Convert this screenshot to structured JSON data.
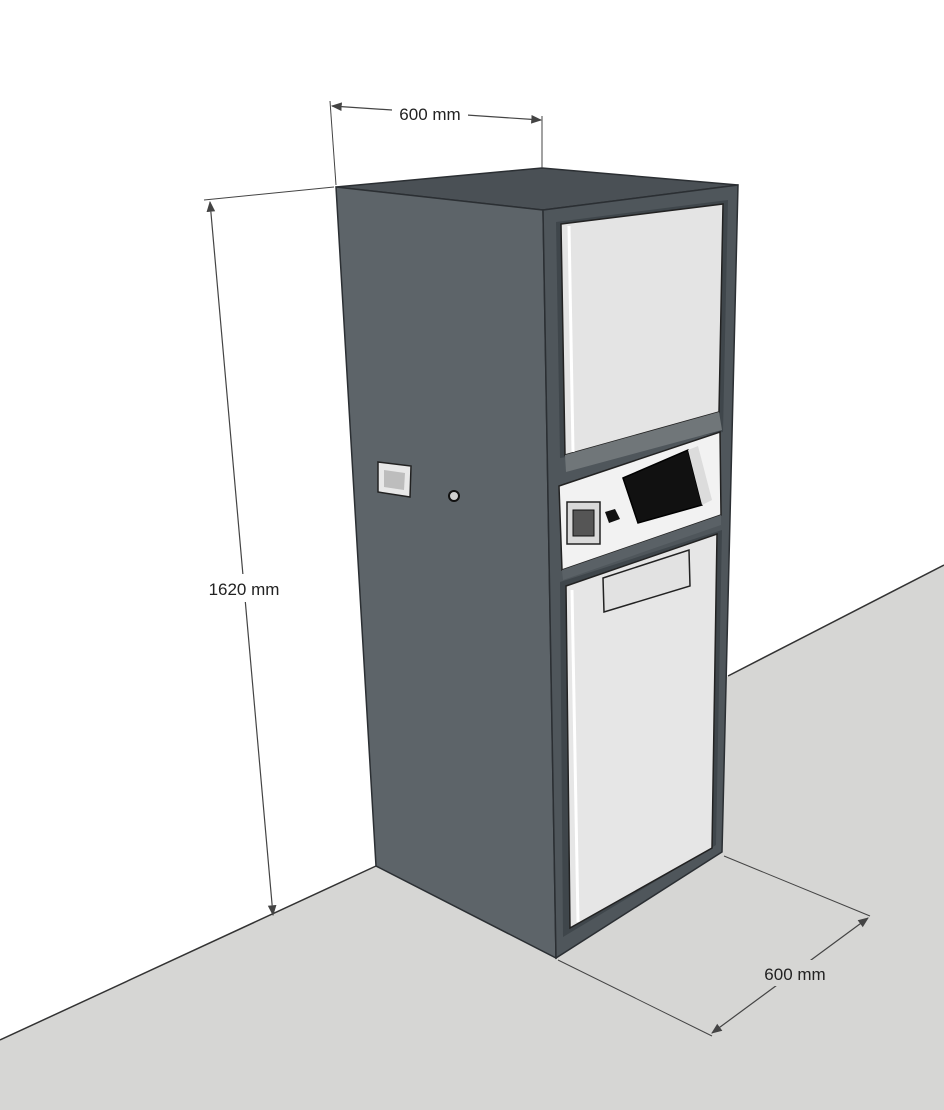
{
  "dimensions": {
    "width_top": "600 mm",
    "height": "1620 mm",
    "depth_bottom": "600 mm"
  },
  "colors": {
    "wall": "#ffffff",
    "floor": "#d6d6d4",
    "cabinet_side": "#5d6469",
    "cabinet_top": "#4a5055",
    "frame": "#4f565b",
    "door": "#e6e6e6",
    "screen": "#111111",
    "dimension_line": "#444444"
  }
}
